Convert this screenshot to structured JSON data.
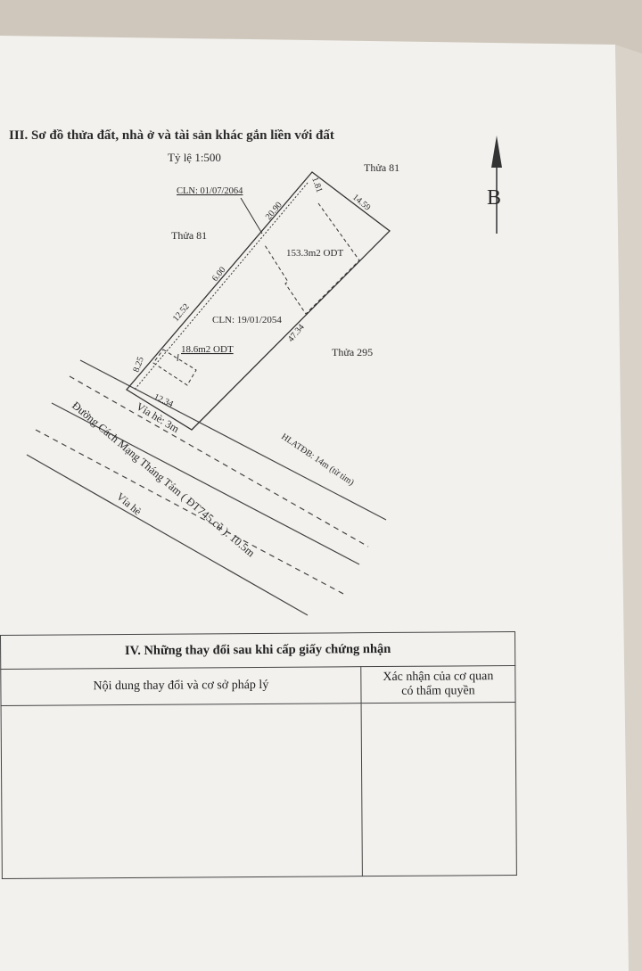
{
  "section3": {
    "title": "III. Sơ đồ thửa đất, nhà ở và tài sản khác gắn liền với đất",
    "scale": "Tỷ lệ 1:500",
    "north_label": "B",
    "labels": {
      "thua81_top": "Thửa 81",
      "thua81_left": "Thửa 81",
      "thua295": "Thửa 295",
      "cln1": "CLN: 01/07/2064",
      "cln2": "CLN: 19/01/2054",
      "house_main": "153.3m2 ODT",
      "house_small": "18.6m2 ODT",
      "via_he_3m": "Vỉa hè: 3m",
      "road": "Đường Cách Mạng Tháng Tám ( ĐT745 cũ ): 10.5m",
      "via_he": "Vỉa hè",
      "hlatdb": "HLATĐB: 14m (từ tim)"
    },
    "dimensions": {
      "d1": "1.81",
      "d2": "14.59",
      "d3": "20.90",
      "d4": "6.00",
      "d5": "12.52",
      "d6": "8.25",
      "d7": "12.34",
      "d8": "47.34"
    }
  },
  "section4": {
    "title": "IV. Những thay đổi sau khi cấp giấy chứng nhận",
    "col1": "Nội dung thay đổi và cơ sở pháp lý",
    "col2_line1": "Xác nhận của cơ quan",
    "col2_line2": "có thẩm quyền"
  }
}
